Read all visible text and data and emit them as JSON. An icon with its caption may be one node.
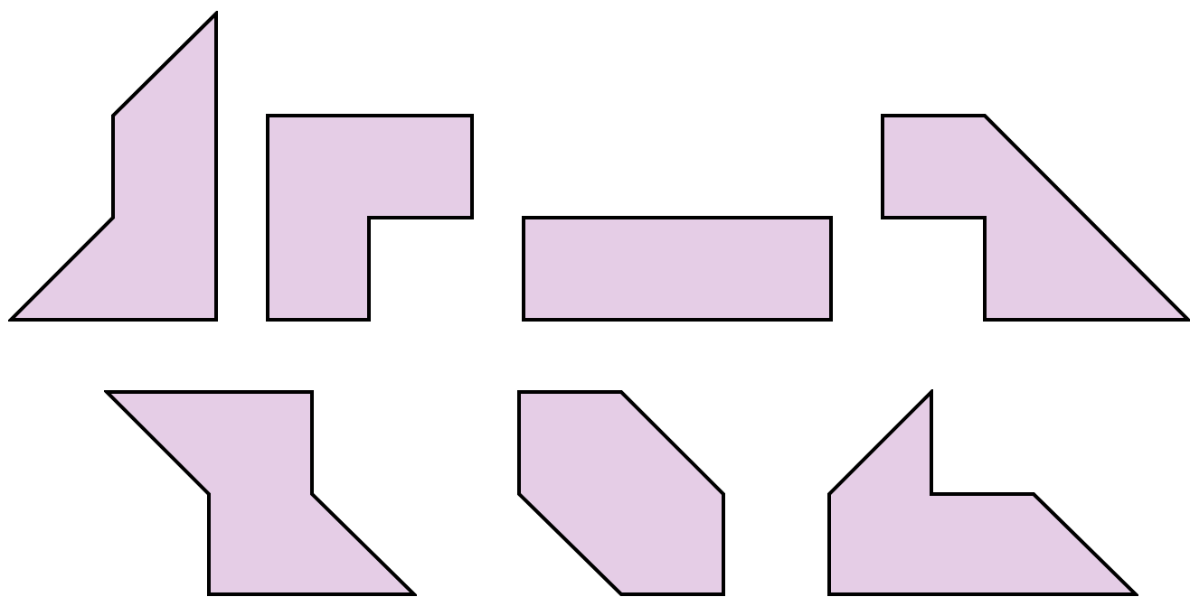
{
  "diagram": {
    "nodes": [
      {
        "text": [],
        "shape": "polygon"
      },
      {
        "text": [],
        "shape": "polygon"
      },
      {
        "text": [],
        "shape": "box"
      },
      {
        "text": [],
        "shape": "polygon"
      },
      {
        "text": [],
        "shape": "polygon"
      },
      {
        "text": [],
        "shape": "polygon"
      },
      {
        "text": [],
        "shape": "polygon"
      }
    ]
  }
}
